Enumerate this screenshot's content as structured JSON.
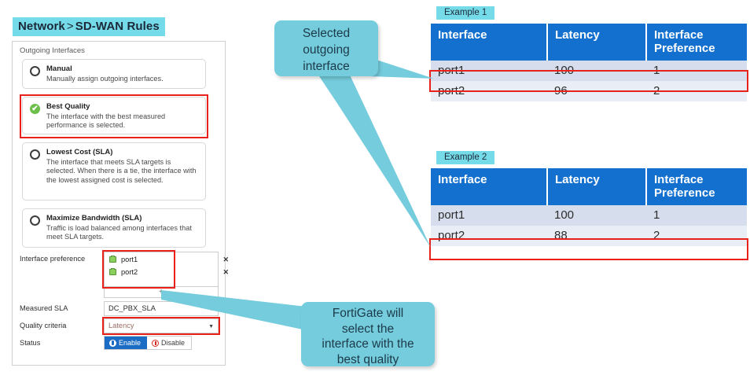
{
  "breadcrumb": {
    "root": "Network",
    "separator": ">",
    "current": "SD-WAN Rules"
  },
  "gui_panel": {
    "section_label": "Outgoing Interfaces",
    "options": [
      {
        "id": "manual",
        "title": "Manual",
        "description": "Manually assign outgoing interfaces.",
        "selected": false
      },
      {
        "id": "best-quality",
        "title": "Best Quality",
        "description": "The interface with the best measured performance is selected.",
        "selected": true,
        "check_glyph": "✔"
      },
      {
        "id": "lowest-cost-sla",
        "title": "Lowest Cost (SLA)",
        "description": "The interface that meets SLA targets is selected. When there is a tie, the interface with the lowest assigned cost is selected.",
        "selected": false
      },
      {
        "id": "maximize-bandwidth-sla",
        "title": "Maximize Bandwidth (SLA)",
        "description": "Traffic is load balanced among interfaces that meet SLA targets.",
        "selected": false
      }
    ],
    "fields": {
      "interface_preference": {
        "label": "Interface preference",
        "items": [
          {
            "name": "port1",
            "remove_glyph": "✕"
          },
          {
            "name": "port2",
            "remove_glyph": "✕"
          }
        ],
        "add_glyph": "+"
      },
      "measured_sla": {
        "label": "Measured SLA",
        "value": "DC_PBX_SLA",
        "caret": "▼"
      },
      "quality_criteria": {
        "label": "Quality criteria",
        "value": "Latency",
        "caret": "▼"
      },
      "status": {
        "label": "Status",
        "enable_label": "Enable",
        "disable_label": "Disable",
        "selected": "Enable"
      }
    }
  },
  "callouts": [
    {
      "id": "selected-outgoing-interface",
      "lines": [
        "Selected",
        "outgoing",
        "interface"
      ]
    },
    {
      "id": "fortigate-best-quality",
      "lines": [
        "FortiGate will",
        "select the",
        "interface with the",
        "best quality"
      ]
    }
  ],
  "examples": [
    {
      "label": "Example 1",
      "columns": [
        "Interface",
        "Latency",
        "Interface Preference"
      ],
      "rows": [
        {
          "interface": "port1",
          "latency": "100",
          "preference": "1",
          "highlighted": true
        },
        {
          "interface": "port2",
          "latency": "96",
          "preference": "2",
          "highlighted": false
        }
      ]
    },
    {
      "label": "Example 2",
      "columns": [
        "Interface",
        "Latency",
        "Interface Preference"
      ],
      "rows": [
        {
          "interface": "port1",
          "latency": "100",
          "preference": "1",
          "highlighted": false
        },
        {
          "interface": "port2",
          "latency": "88",
          "preference": "2",
          "highlighted": true
        }
      ]
    }
  ],
  "colors": {
    "breadcrumb_bg": "#76dbe8",
    "callout_bg": "#74ccdc",
    "table_header_bg": "#1470ce",
    "highlight_red": "#e8221b",
    "selected_green": "#6cc04a",
    "enable_blue": "#1a6cc4",
    "disable_red": "#d42b20",
    "row_odd_bg": "#d6dded",
    "row_even_bg": "#e9edf5"
  }
}
